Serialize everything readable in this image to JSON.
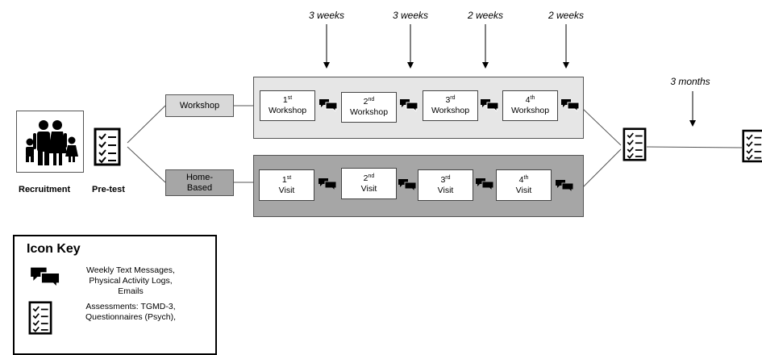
{
  "intervals": [
    "3 weeks",
    "3 weeks",
    "2 weeks",
    "2 weeks"
  ],
  "followup_interval": "3 months",
  "labels": {
    "recruitment": "Recruitment",
    "pretest": "Pre-test",
    "workshop_branch": "Workshop",
    "home_branch_line1": "Home-",
    "home_branch_line2": "Based"
  },
  "workshops": [
    {
      "ord": "1",
      "sup": "st",
      "name": "Workshop"
    },
    {
      "ord": "2",
      "sup": "nd",
      "name": "Workshop"
    },
    {
      "ord": "3",
      "sup": "rd",
      "name": "Workshop"
    },
    {
      "ord": "4",
      "sup": "th",
      "name": "Workshop"
    }
  ],
  "visits": [
    {
      "ord": "1",
      "sup": "st",
      "name": "Visit"
    },
    {
      "ord": "2",
      "sup": "nd",
      "name": "Visit"
    },
    {
      "ord": "3",
      "sup": "rd",
      "name": "Visit"
    },
    {
      "ord": "4",
      "sup": "th",
      "name": "Visit"
    }
  ],
  "key": {
    "title": "Icon Key",
    "messages_1": "Weekly Text Messages,",
    "messages_2": "Physical Activity Logs,",
    "messages_3": "Emails",
    "assess_1": "Assessments: TGMD-3,",
    "assess_2": "Questionnaires (Psych),"
  },
  "colors": {
    "workshop_panel": "#e6e6e6",
    "home_panel": "#a6a6a6",
    "workshop_label": "#d9d9d9",
    "home_label": "#a6a6a6"
  },
  "icons": [
    "family-icon",
    "checklist-icon",
    "chat-bubbles-icon",
    "arrow-down-icon"
  ]
}
